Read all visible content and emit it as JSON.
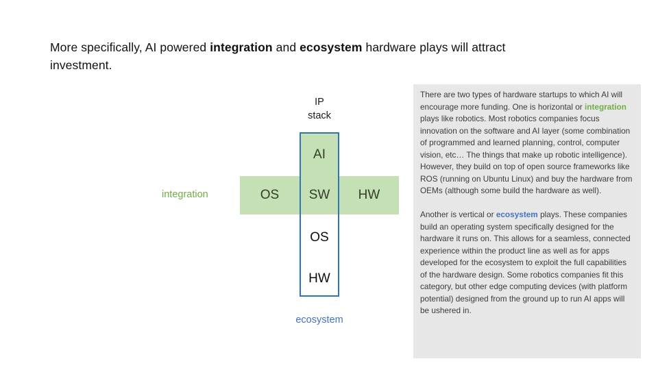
{
  "slide": {
    "title": {
      "line1_part1": "More specifically, AI powered ",
      "line1_bold1": "integration",
      "line1_part2": " and ",
      "line1_bold2": "ecosystem",
      "line1_part3": " hardware plays will attract",
      "line2": "investment."
    },
    "diagram": {
      "ip_stack_label_line1": "IP",
      "ip_stack_label_line2": "stack",
      "cells": {
        "ai": "AI",
        "sw": "SW",
        "os_bar": "OS",
        "hw_bar": "HW",
        "os_box": "OS",
        "hw_box": "HW"
      },
      "integration_label": "integration",
      "ecosystem_label": "ecosystem"
    },
    "panel": {
      "p1_prefix": "There are two types of hardware startups to which AI will encourage more funding. One is horizontal or ",
      "p1_highlight": "integration",
      "p1_rest": " plays like robotics. Most robotics companies focus innovation on the software and AI layer (some combination of programmed and learned planning, control, computer vision, etc… The things that make up robotic intelligence). However, they build on top of open source frameworks like ROS (running on Ubuntu Linux) and buy the hardware from OEMs (although some build the hardware as well).",
      "p2_prefix": "Another is vertical or ",
      "p2_highlight": "ecosystem",
      "p2_rest": " plays. These companies build an operating system specifically designed for the hardware it runs on. This allows for a seamless, connected experience within the product line as well as for apps developed for the ecosystem to exploit the full capabilities of the hardware design. Some robotics companies fit this category, but other edge computing devices (with platform potential) designed from the ground up to run AI apps will be ushered in."
    },
    "colors": {
      "integration_green": "#70ad47",
      "ecosystem_blue": "#4472c4",
      "box_border_blue": "#2e75b6",
      "bar_fill_green": "#c5e0b4",
      "panel_bg": "#e8e7e7",
      "body_text": "#3b3b3b",
      "title_text": "#111111"
    }
  }
}
